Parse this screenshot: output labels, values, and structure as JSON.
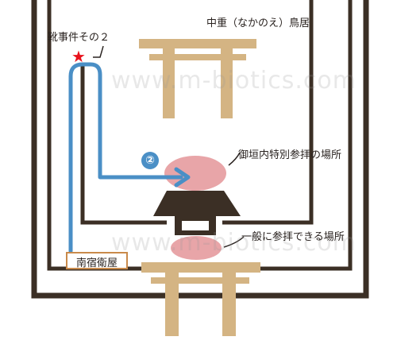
{
  "title_torii_middle": "中重（なかのえ）鳥居",
  "incident_label": "靴事件その２",
  "special_worship_label": "御垣内特別参拝の場所",
  "general_worship_label": "一般に参拝できる場所",
  "station_label": "南宿衛屋",
  "step_number": "②",
  "watermark": "www.m-biotics.com",
  "colors": {
    "wall": "#3b2f25",
    "torii": "#d4b483",
    "route": "#4a8fc6",
    "worship_zone": "#e8a5a8",
    "station_border": "#c98a4b",
    "marker": "#e8121c"
  },
  "icons": {
    "incident_marker": "star-icon",
    "route": "arrow-path-icon"
  }
}
